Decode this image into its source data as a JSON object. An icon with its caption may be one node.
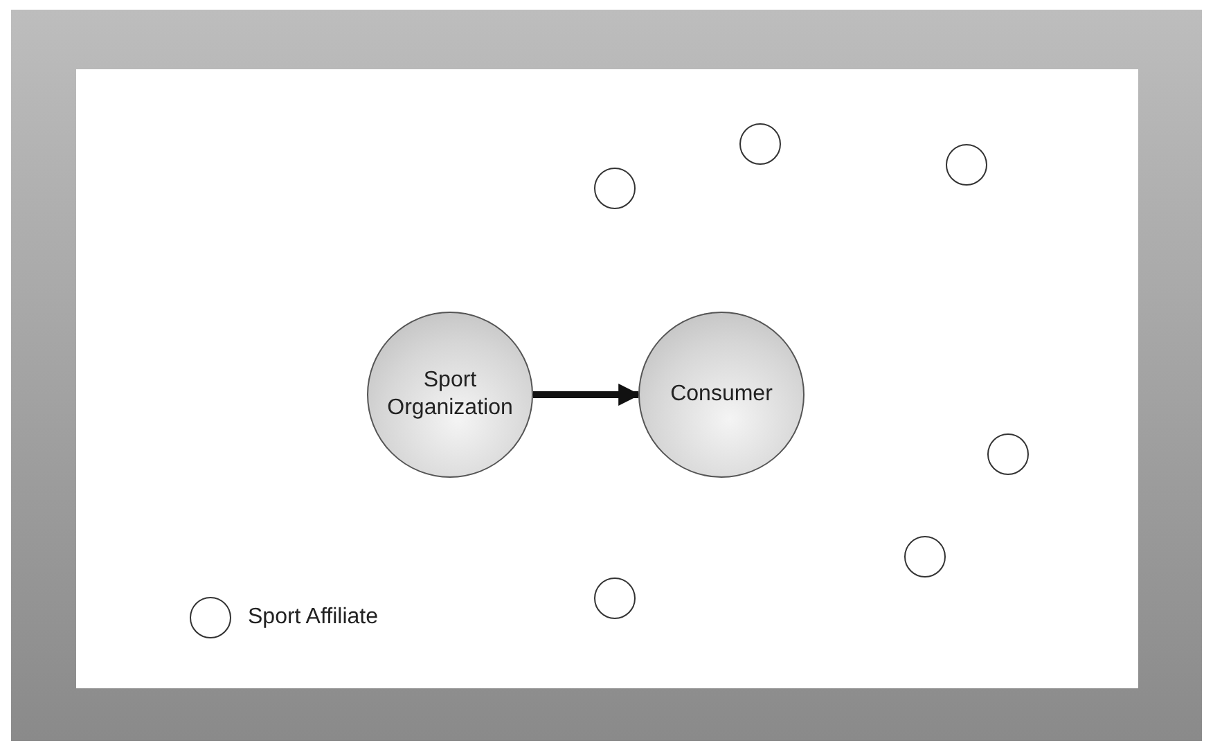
{
  "diagram": {
    "nodes": [
      {
        "text": [
          "Sport Organization"
        ]
      },
      {
        "text": [
          "Consumer"
        ]
      },
      {
        "text": [],
        "shape": "circle"
      },
      {
        "text": [],
        "shape": "circle"
      },
      {
        "text": [],
        "shape": "circle"
      },
      {
        "text": [],
        "shape": "circle"
      },
      {
        "text": [],
        "shape": "circle"
      },
      {
        "text": [],
        "shape": "circle"
      }
    ],
    "edges": [
      {
        "from": 0,
        "to": 1,
        "arrow": "to"
      }
    ],
    "legend": [
      {
        "text": "Sport Affiliate"
      }
    ]
  }
}
